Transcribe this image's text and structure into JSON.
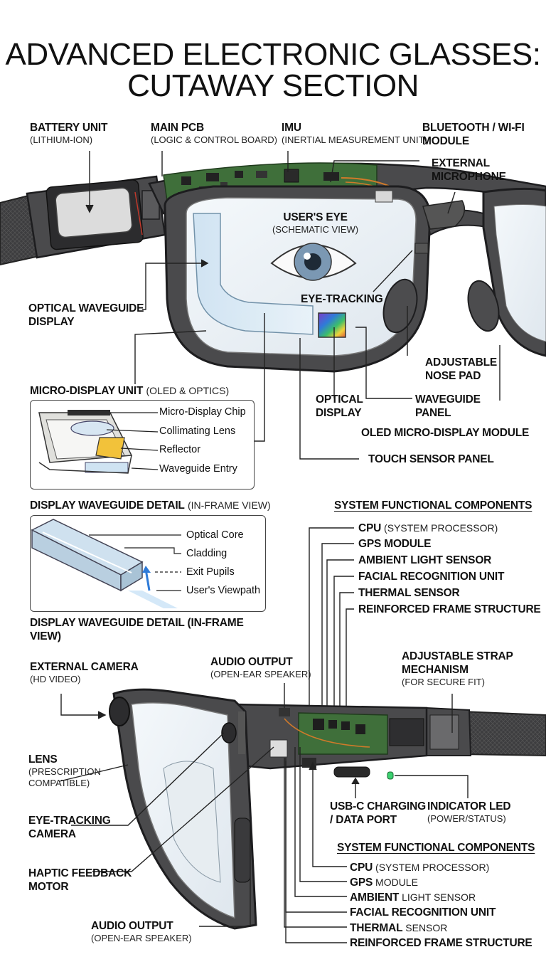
{
  "title": {
    "line1": "ADVANCED ELECTRONIC GLASSES:",
    "line2": "CUTAWAY SECTION"
  },
  "top_labels": {
    "battery": {
      "name": "BATTERY UNIT",
      "sub": "(LITHIUM-ION)"
    },
    "main_pcb": {
      "name": "MAIN PCB",
      "sub": "(LOGIC & CONTROL BOARD)"
    },
    "imu": {
      "name": "IMU",
      "sub": "(INERTIAL MEASUREMENT UNIT)"
    },
    "bluetooth": {
      "name1": "BLUETOOTH / WI-FI",
      "name2": "MODULE"
    },
    "ext_mic": {
      "name1": "EXTERNAL",
      "name2": "MICROPHONE"
    },
    "users_eye": {
      "name": "USER'S EYE",
      "sub": "(SCHEMATIC VIEW)"
    },
    "optical_waveguide": {
      "name1": "OPTICAL WAVEGUIDE",
      "name2": "DISPLAY"
    },
    "eye_tracking": {
      "name": "EYE-TRACKING"
    },
    "nose_pad": {
      "name1": "ADJUSTABLE",
      "name2": "NOSE PAD"
    },
    "optical_display": {
      "name1": "OPTICAL",
      "name2": "DISPLAY"
    },
    "waveguide_panel": {
      "name1": "WAVEGUIDE",
      "name2": "PANEL"
    },
    "oled_module": {
      "name": "OLED MICRO-DISPLAY MODULE"
    },
    "touch_sensor": {
      "name": "TOUCH SENSOR PANEL"
    }
  },
  "micro_display": {
    "header_bold": "MICRO-DISPLAY UNIT",
    "header_sub": "(OLED & OPTICS)",
    "parts": [
      "Micro-Display Chip",
      "Collimating Lens",
      "Reflector",
      "Waveguide Entry"
    ]
  },
  "waveguide_detail": {
    "header_bold": "DISPLAY WAVEGUIDE DETAIL",
    "header_sub": "(IN-FRAME VIEW)",
    "parts": [
      "Optical Core",
      "Cladding",
      "Exit Pupils",
      "User's Viewpath"
    ],
    "footer_line1": "DISPLAY WAVEGUIDE DETAIL (IN-FRAME",
    "footer_line2": "VIEW)"
  },
  "system_components_a": {
    "heading": "SYSTEM FUNCTIONAL COMPONENTS",
    "items": [
      {
        "bold": "CPU",
        "rest": " (SYSTEM PROCESSOR)"
      },
      {
        "bold": "GPS MODULE",
        "rest": ""
      },
      {
        "bold": "AMBIENT LIGHT SENSOR",
        "rest": ""
      },
      {
        "bold": "FACIAL RECOGNITION UNIT",
        "rest": ""
      },
      {
        "bold": "THERMAL SENSOR",
        "rest": ""
      },
      {
        "bold": "REINFORCED FRAME STRUCTURE",
        "rest": ""
      }
    ]
  },
  "bottom_labels": {
    "ext_camera": {
      "name": "EXTERNAL CAMERA",
      "sub": "(HD VIDEO)"
    },
    "audio_top": {
      "name": "AUDIO OUTPUT",
      "sub": "(OPEN-EAR SPEAKER)"
    },
    "strap": {
      "name1": "ADJUSTABLE STRAP",
      "name2": "MECHANISM",
      "sub": "(FOR SECURE FIT)"
    },
    "lens": {
      "name": "LENS",
      "sub1": "(PRESCRIPTION",
      "sub2": "COMPATIBLE)"
    },
    "eye_cam": {
      "name1": "EYE-TRACKING",
      "name2": "CAMERA"
    },
    "usbc": {
      "name1": "USB-C CHARGING",
      "name2": "/ DATA PORT"
    },
    "led": {
      "name": "INDICATOR LED",
      "sub": "(POWER/STATUS)"
    },
    "haptic": {
      "name1": "HAPTIC FEEDBACK",
      "name2": "MOTOR"
    },
    "audio_bottom": {
      "name": "AUDIO OUTPUT",
      "sub": "(OPEN-EAR SPEAKER)"
    }
  },
  "system_components_b": {
    "heading": "SYSTEM FUNCTIONAL COMPONENTS",
    "items": [
      {
        "bold": "CPU",
        "rest": " (SYSTEM PROCESSOR)"
      },
      {
        "bold": "GPS",
        "rest": " MODULE"
      },
      {
        "bold": "AMBIENT",
        "rest": " LIGHT SENSOR"
      },
      {
        "bold": "FACIAL RECOGNITION UNIT",
        "rest": ""
      },
      {
        "bold": "THERMAL",
        "rest": " SENSOR"
      },
      {
        "bold": "REINFORCED FRAME STRUCTURE",
        "rest": ""
      }
    ]
  },
  "colors": {
    "frame": "#4a4a4c",
    "pcb": "#3f6f3a",
    "lens": "#e6eef4",
    "wire": "#d07a2a"
  }
}
